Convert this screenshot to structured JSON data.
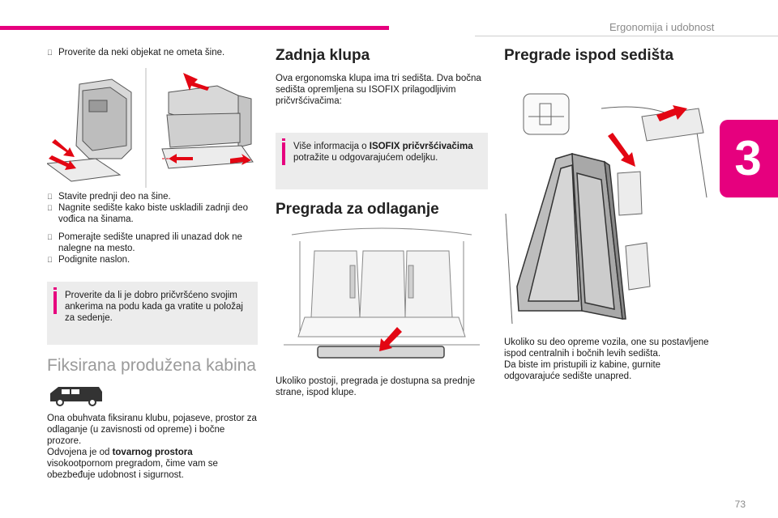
{
  "header": {
    "section_title": "Ergonomija i udobnost",
    "chapter_number": "3",
    "page_number": "73"
  },
  "col1": {
    "bullet_top": "Proverite da neki objekat ne ometa šine.",
    "bullets_mid": [
      "Stavite prednji deo na šine.",
      "Nagnite sedište kako biste uskladili zadnji deo vođica na šinama."
    ],
    "bullets_low": [
      "Pomerajte sedište unapred ili unazad dok ne nalegne na mesto.",
      "Podignite naslon."
    ],
    "note": "Proverite da li je dobro pričvršćeno svojim ankerima na podu kada ga vratite u položaj za sedenje.",
    "section_heading": "Fiksirana produžena kabina",
    "para1": "Ona obuhvata fiksiranu klubu, pojaseve, prostor za odlaganje (u zavisnosti od opreme) i bočne prozore.",
    "para2_prefix": "Odvojena je od ",
    "para2_bold": "tovarnog prostora",
    "para2_suffix": " visokootpornom pregradom, čime vam se obezbeđuje udobnost i sigurnost."
  },
  "col2": {
    "heading1": "Zadnja klupa",
    "para1": "Ova ergonomska klupa ima tri sedišta. Dva bočna sedišta opremljena su ISOFIX prilagodljivim pričvršćivačima:",
    "note_prefix": "Više informacija o ",
    "note_bold": "ISOFIX pričvršćivačima",
    "note_suffix": " potražite u odgovarajućem odeljku.",
    "heading2": "Pregrada za odlaganje",
    "para2": "Ukoliko postoji, pregrada je dostupna sa prednje strane, ispod klupe."
  },
  "col3": {
    "heading": "Pregrade ispod sedišta",
    "para1": "Ukoliko su deo opreme vozila, one su postavljene ispod centralnih i bočnih levih sedišta.",
    "para2": "Da biste im pristupili iz kabine, gurnite odgovarajuće sedište unapred."
  },
  "colors": {
    "accent": "#e6007e",
    "arrow_red": "#e30613",
    "note_bg": "#ececec",
    "heading_gray": "#9a9a9a"
  },
  "icons": {
    "bullet": "square-bullet-glyph",
    "note_marker": "info-i-bar"
  }
}
